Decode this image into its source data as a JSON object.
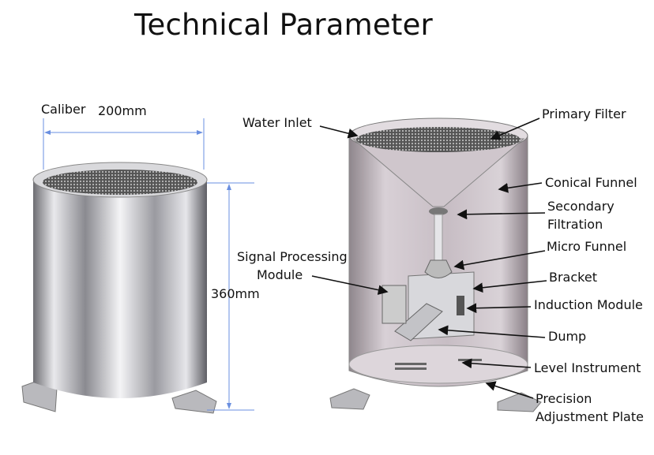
{
  "title": "Technical Parameter",
  "dimensions": {
    "caliber_label": "Caliber",
    "caliber_value": "200mm",
    "height_value": "360mm"
  },
  "parts": {
    "water_inlet": "Water Inlet",
    "primary_filter": "Primary Filter",
    "conical_funnel": "Conical Funnel",
    "secondary_filtration_1": "Secondary",
    "secondary_filtration_2": "Filtration",
    "micro_funnel": "Micro Funnel",
    "bracket": "Bracket",
    "induction_module": "Induction Module",
    "dump": "Dump",
    "level_instrument": "Level Instrument",
    "precision_plate_1": "Precision",
    "precision_plate_2": "Adjustment Plate",
    "signal_module_1": "Signal Processing",
    "signal_module_2": "Module"
  },
  "colors": {
    "dimension_line": "#6a8fe0",
    "steel": "#c8c8cc",
    "housing": "#c9bfc6"
  }
}
